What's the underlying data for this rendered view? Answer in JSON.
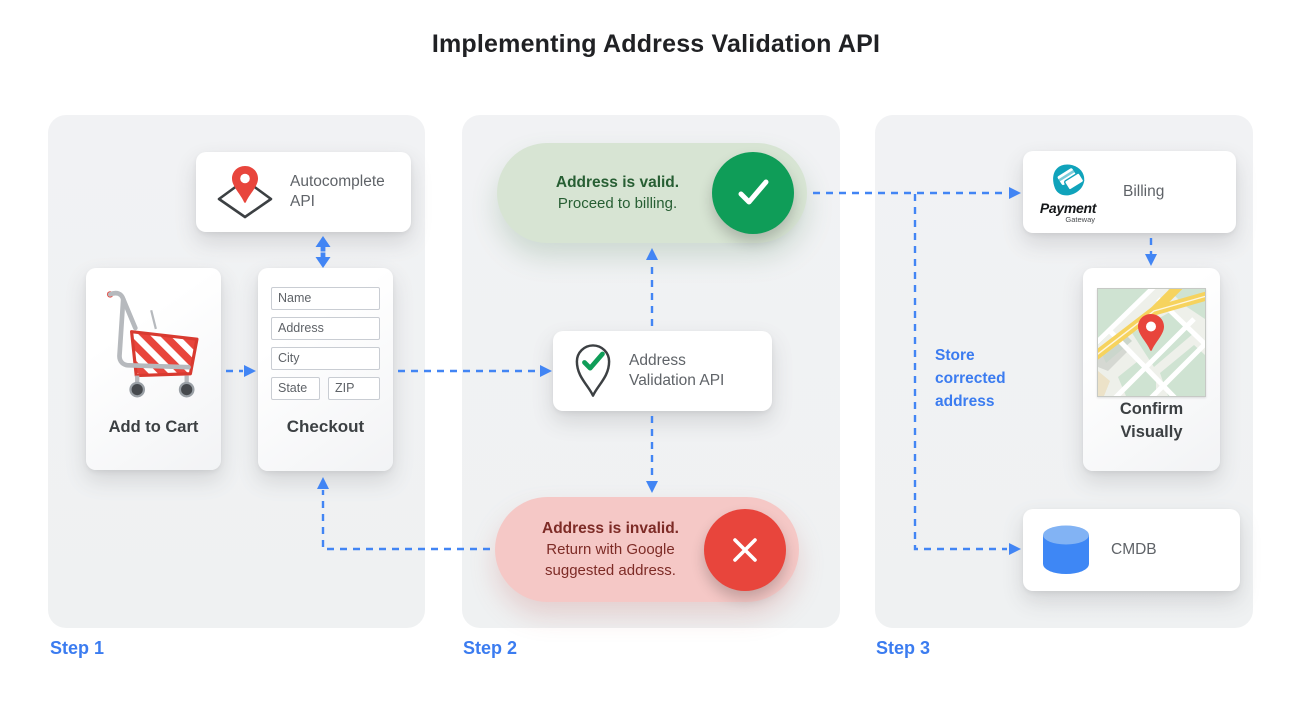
{
  "title": "Implementing Address Validation API",
  "colors": {
    "accent_blue": "#4285f4",
    "step_label_blue": "#3b7cf0",
    "success_green": "#0f9d58",
    "success_pill_bg": "#d7e4d3",
    "success_text": "#275e33",
    "error_red": "#e8453c",
    "error_pill_bg": "#f5c8c6",
    "error_text": "#7d2b26",
    "panel_bg": "#f1f2f4",
    "payment_teal": "#10a3bb",
    "cmdb_blue": "#3e87f5"
  },
  "steps": {
    "step1": "Step 1",
    "step2": "Step 2",
    "step3": "Step 3"
  },
  "panel1": {
    "autocomplete": {
      "label": "Autocomplete API"
    },
    "add_to_cart": {
      "label": "Add to Cart"
    },
    "checkout": {
      "label": "Checkout",
      "fields": [
        "Name",
        "Address",
        "City",
        "State",
        "ZIP"
      ]
    }
  },
  "panel2": {
    "valid": {
      "title": "Address is valid.",
      "subtitle": "Proceed to billing."
    },
    "validation_api": {
      "label": "Address Validation API"
    },
    "invalid": {
      "title": "Address is invalid.",
      "subtitle": "Return with Google suggested address."
    }
  },
  "panel3": {
    "billing": {
      "label": "Billing",
      "logo_line1": "Payment",
      "logo_line2": "Gateway"
    },
    "confirm": {
      "label": "Confirm Visually"
    },
    "cmdb": {
      "label": "CMDB"
    },
    "note": "Store corrected address"
  }
}
